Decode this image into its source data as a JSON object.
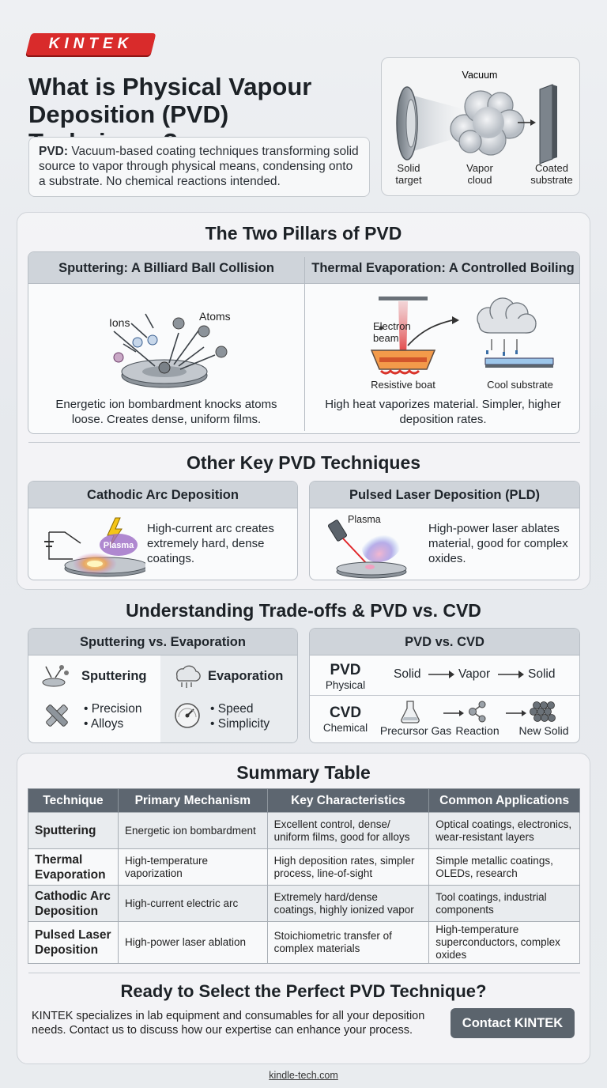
{
  "brand": {
    "logo_text": "KINTEK"
  },
  "header": {
    "title": "What is Physical Vapour Deposition (PVD) Techniques?",
    "definition_term": "PVD:",
    "definition_text": " Vacuum-based coating techniques transforming solid source to vapor through physical means, condensing onto a substrate. No chemical reactions intended."
  },
  "hero_diagram": {
    "vacuum_label": "Vacuum",
    "solid_target_label": "Solid target",
    "vapor_cloud_label": "Vapor cloud",
    "coated_substrate_label": "Coated substrate"
  },
  "pillars": {
    "heading": "The Two Pillars of PVD",
    "sputtering": {
      "title": "Sputtering: A Billiard Ball Collision",
      "ions_label": "Ions",
      "atoms_label": "Atoms",
      "description": "Energetic ion bombardment knocks atoms loose. Creates dense, uniform films."
    },
    "evaporation": {
      "title": "Thermal Evaporation: A Controlled Boiling",
      "electron_beam_label": "Electron beam",
      "resistive_boat_label": "Resistive boat",
      "cool_substrate_label": "Cool substrate",
      "description": "High heat vaporizes material. Simpler, higher deposition rates."
    }
  },
  "other": {
    "heading": "Other Key PVD Techniques",
    "arc": {
      "title": "Cathodic Arc Deposition",
      "plasma_label": "Plasma",
      "description": "High-current arc creates extremely hard, dense coatings."
    },
    "pld": {
      "title": "Pulsed Laser Deposition (PLD)",
      "plasma_label": "Plasma",
      "description": "High-power laser ablates material, good for complex oxides."
    }
  },
  "tradeoffs": {
    "heading": "Understanding Trade-offs & PVD vs. CVD",
    "svse": {
      "title": "Sputtering vs. Evaporation",
      "sputtering_label": "Sputtering",
      "evaporation_label": "Evaporation",
      "sputtering_points": [
        "• Precision",
        "• Alloys"
      ],
      "evaporation_points": [
        "• Speed",
        "• Simplicity"
      ],
      "icons": [
        "sputtering-icon",
        "cloud-icon",
        "tools-icon",
        "gauge-icon"
      ]
    },
    "pvdcvd": {
      "title": "PVD vs. CVD",
      "pvd_label": "PVD",
      "pvd_sub": "Physical",
      "pvd_steps": [
        "Solid",
        "Vapor",
        "Solid"
      ],
      "cvd_label": "CVD",
      "cvd_sub": "Chemical",
      "cvd_steps": [
        "Precursor Gas",
        "Reaction",
        "New Solid"
      ]
    }
  },
  "summary": {
    "heading": "Summary Table",
    "columns": [
      "Technique",
      "Primary Mechanism",
      "Key Characteristics",
      "Common Applications"
    ],
    "rows": [
      [
        "Sputtering",
        "Energetic ion bombardment",
        "Excellent control, dense/ uniform films, good for alloys",
        "Optical coatings, electronics, wear-resistant layers"
      ],
      [
        "Thermal Evaporation",
        "High-temperature vaporization",
        "High deposition rates, simpler process, line-of-sight",
        "Simple metallic coatings, OLEDs, research"
      ],
      [
        "Cathodic Arc Deposition",
        "High-current electric arc",
        "Extremely hard/dense coatings, highly ionized vapor",
        "Tool coatings, industrial components"
      ],
      [
        "Pulsed Laser Deposition",
        "High-power laser ablation",
        "Stoichiometric transfer of complex materials",
        "High-temperature superconductors, complex oxides"
      ]
    ]
  },
  "cta": {
    "heading": "Ready to Select the Perfect PVD Technique?",
    "text": "KINTEK specializes in lab equipment and consumables for all your deposition needs. Contact us to discuss how our expertise can enhance your process.",
    "button_label": "Contact KINTEK"
  },
  "footer": {
    "url": "kindle-tech.com"
  },
  "colors": {
    "brand_red": "#d92b2b",
    "header_gray": "#5d6670",
    "button_gray": "#5b646d"
  }
}
